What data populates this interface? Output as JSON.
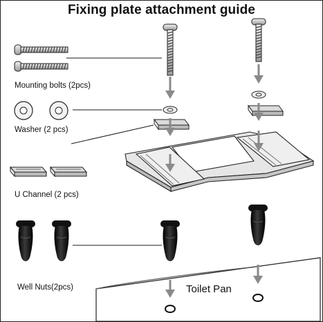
{
  "title": "Fixing plate attachment guide",
  "labels": {
    "bolts": "Mounting bolts (2pcs)",
    "washer": "Washer (2 pcs)",
    "uchannel": "U Channel (2 pcs)",
    "wellnuts": "Well Nuts(2pcs)",
    "toiletpan": "Toilet Pan"
  },
  "colors": {
    "arrow": "#8a8a8a",
    "line": "#1a1a1a",
    "metal": "#d9d9d9",
    "rubber": "#111111"
  }
}
